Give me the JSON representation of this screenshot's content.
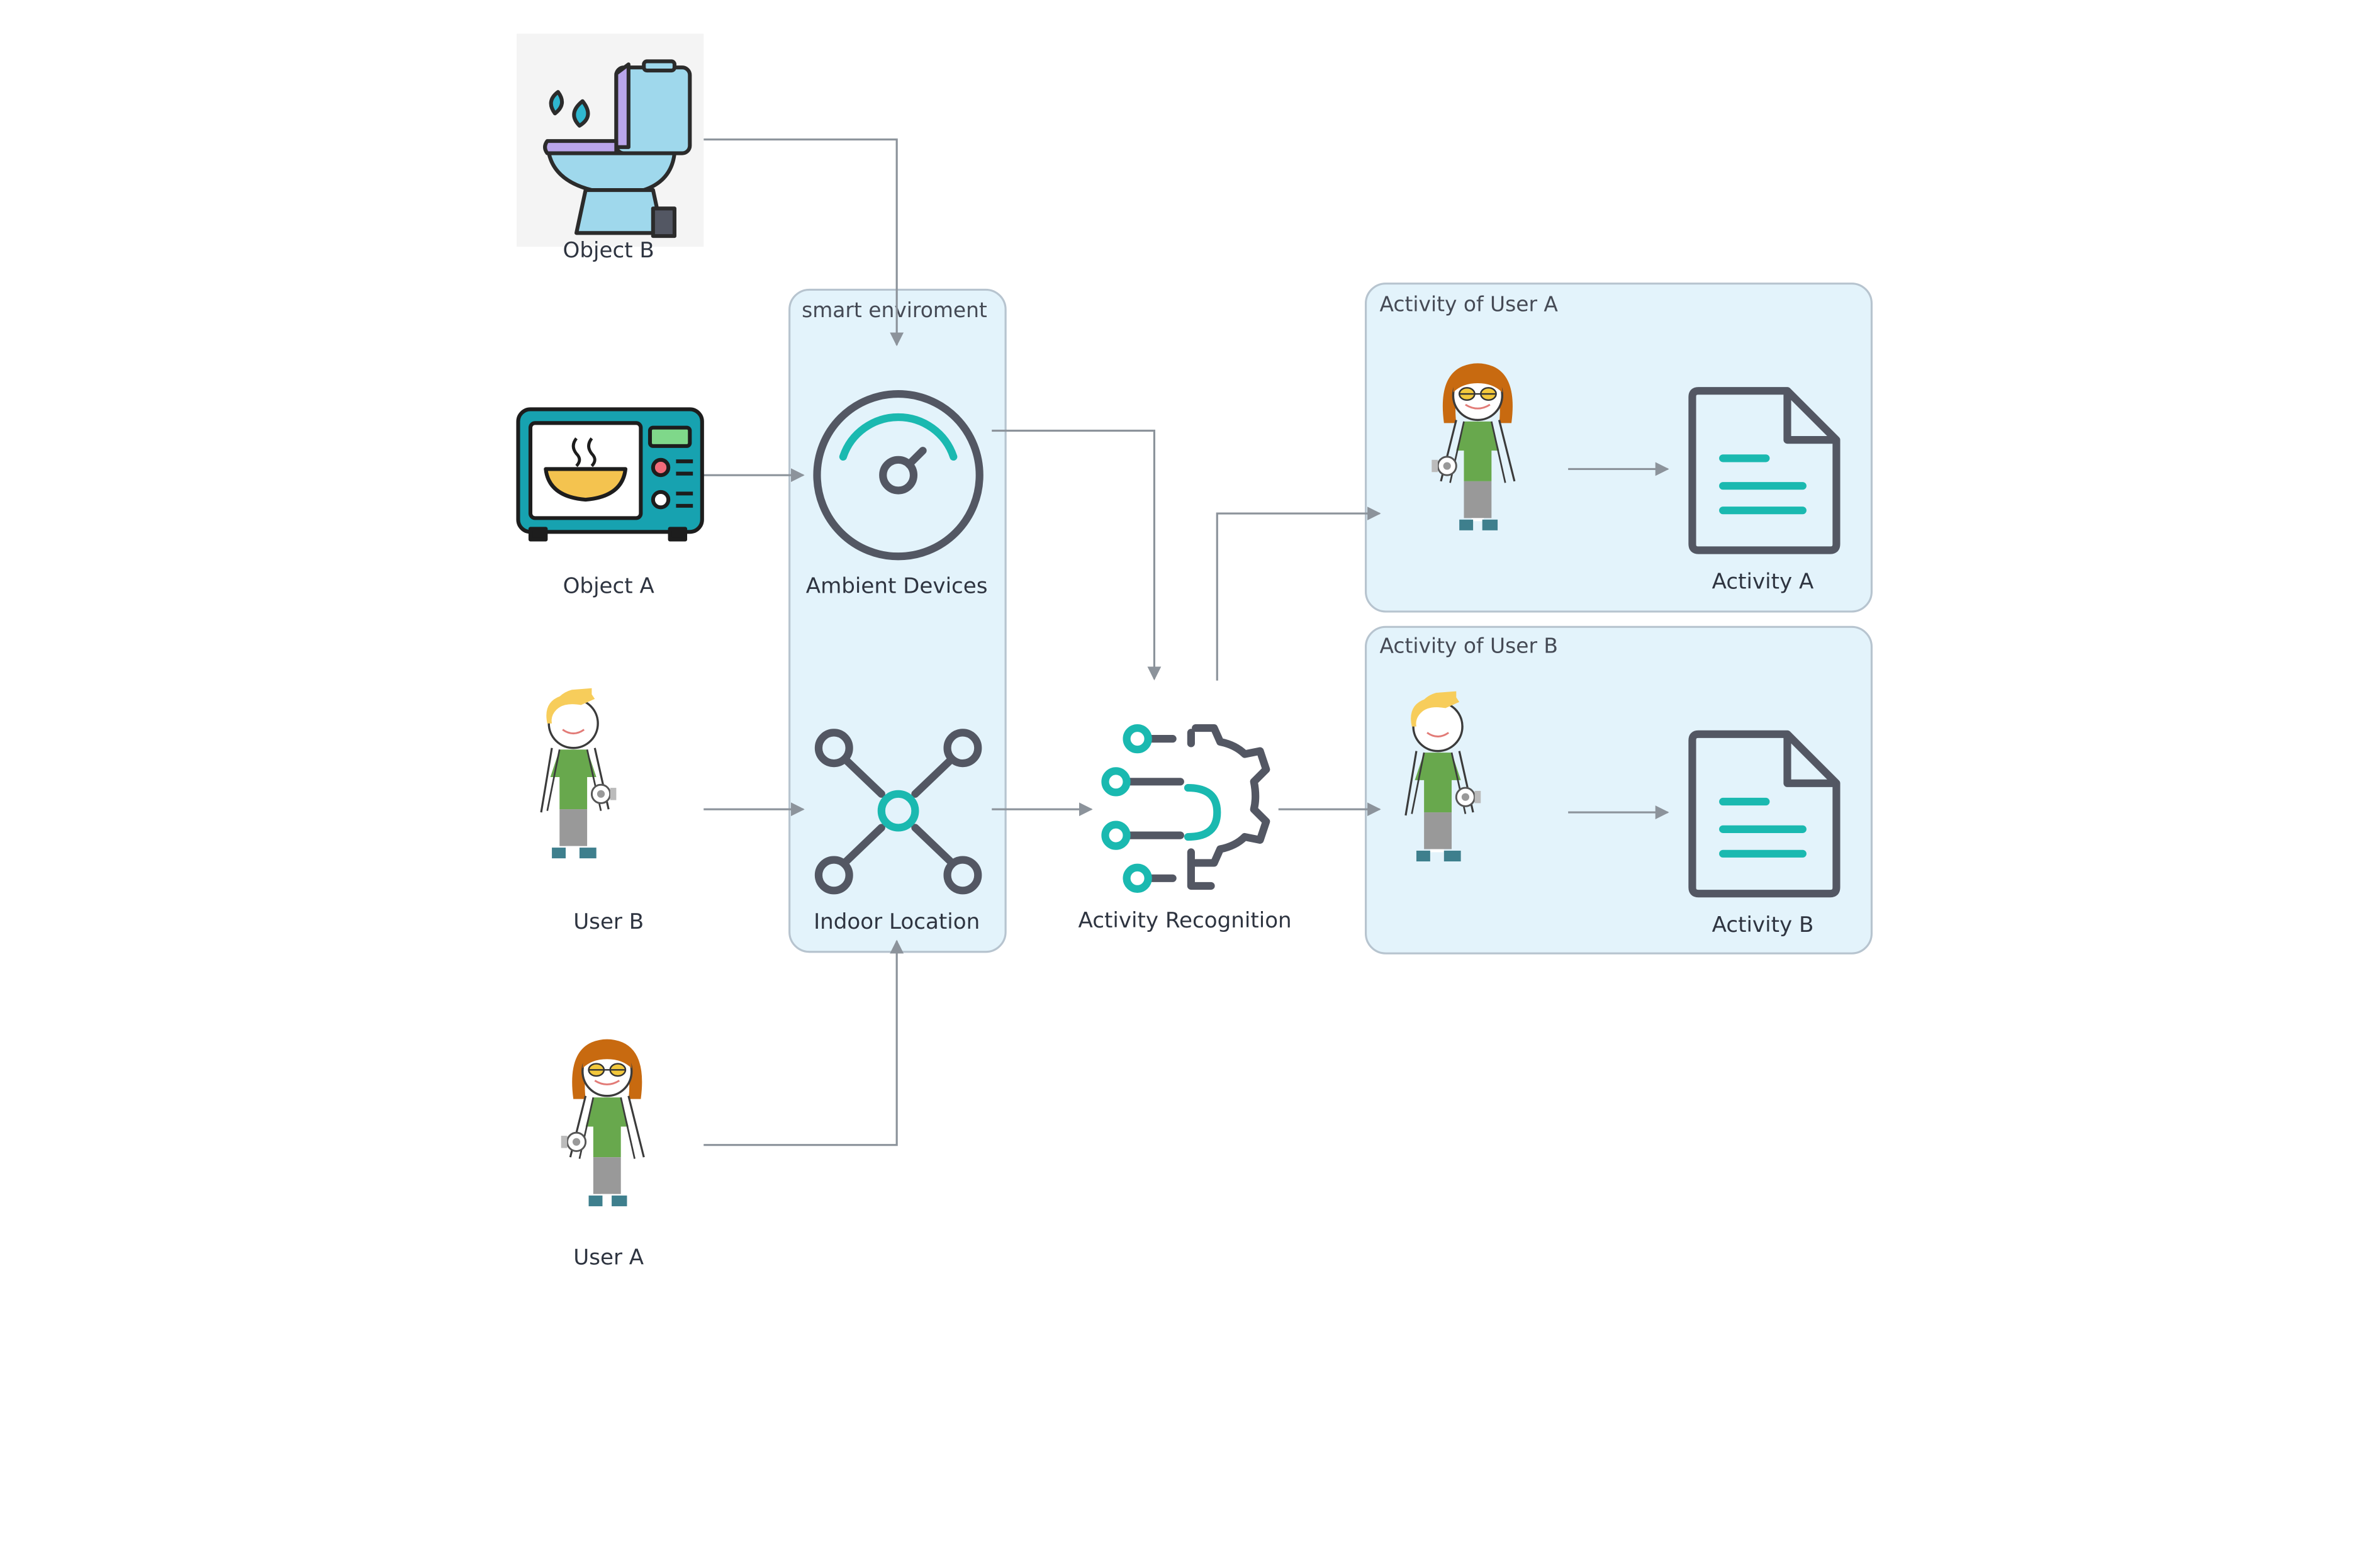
{
  "nodes": {
    "object_b": "Object B",
    "object_a": "Object A",
    "user_b": "User B",
    "user_a": "User A",
    "ambient_devices": "Ambient Devices",
    "indoor_location": "Indoor Location",
    "activity_recognition": "Activity Recognition",
    "activity_a": "Activity A",
    "activity_b": "Activity B"
  },
  "groups": {
    "smart_environment": "smart enviroment",
    "activity_user_a": "Activity of User A",
    "activity_user_b": "Activity of User B"
  },
  "colors": {
    "group_fill": "#e3f3fb",
    "group_stroke": "#b7c4cf",
    "arrow": "#8c939b",
    "icon_dark": "#535763",
    "icon_teal": "#1ab9b0",
    "microwave": "#17a2b0",
    "toilet_blue": "#9fd8ec",
    "toilet_purple": "#b9a5ea",
    "shirt_green": "#68a84d",
    "hair_blond": "#f7cd5b",
    "hair_red": "#c86a10",
    "pants_grey": "#999999",
    "shoe_teal": "#3e7f8d"
  },
  "icons": [
    "toilet-icon",
    "microwave-icon",
    "user-male-icon",
    "user-female-icon",
    "gauge-icon",
    "network-hub-icon",
    "ai-gear-icon",
    "document-icon"
  ]
}
